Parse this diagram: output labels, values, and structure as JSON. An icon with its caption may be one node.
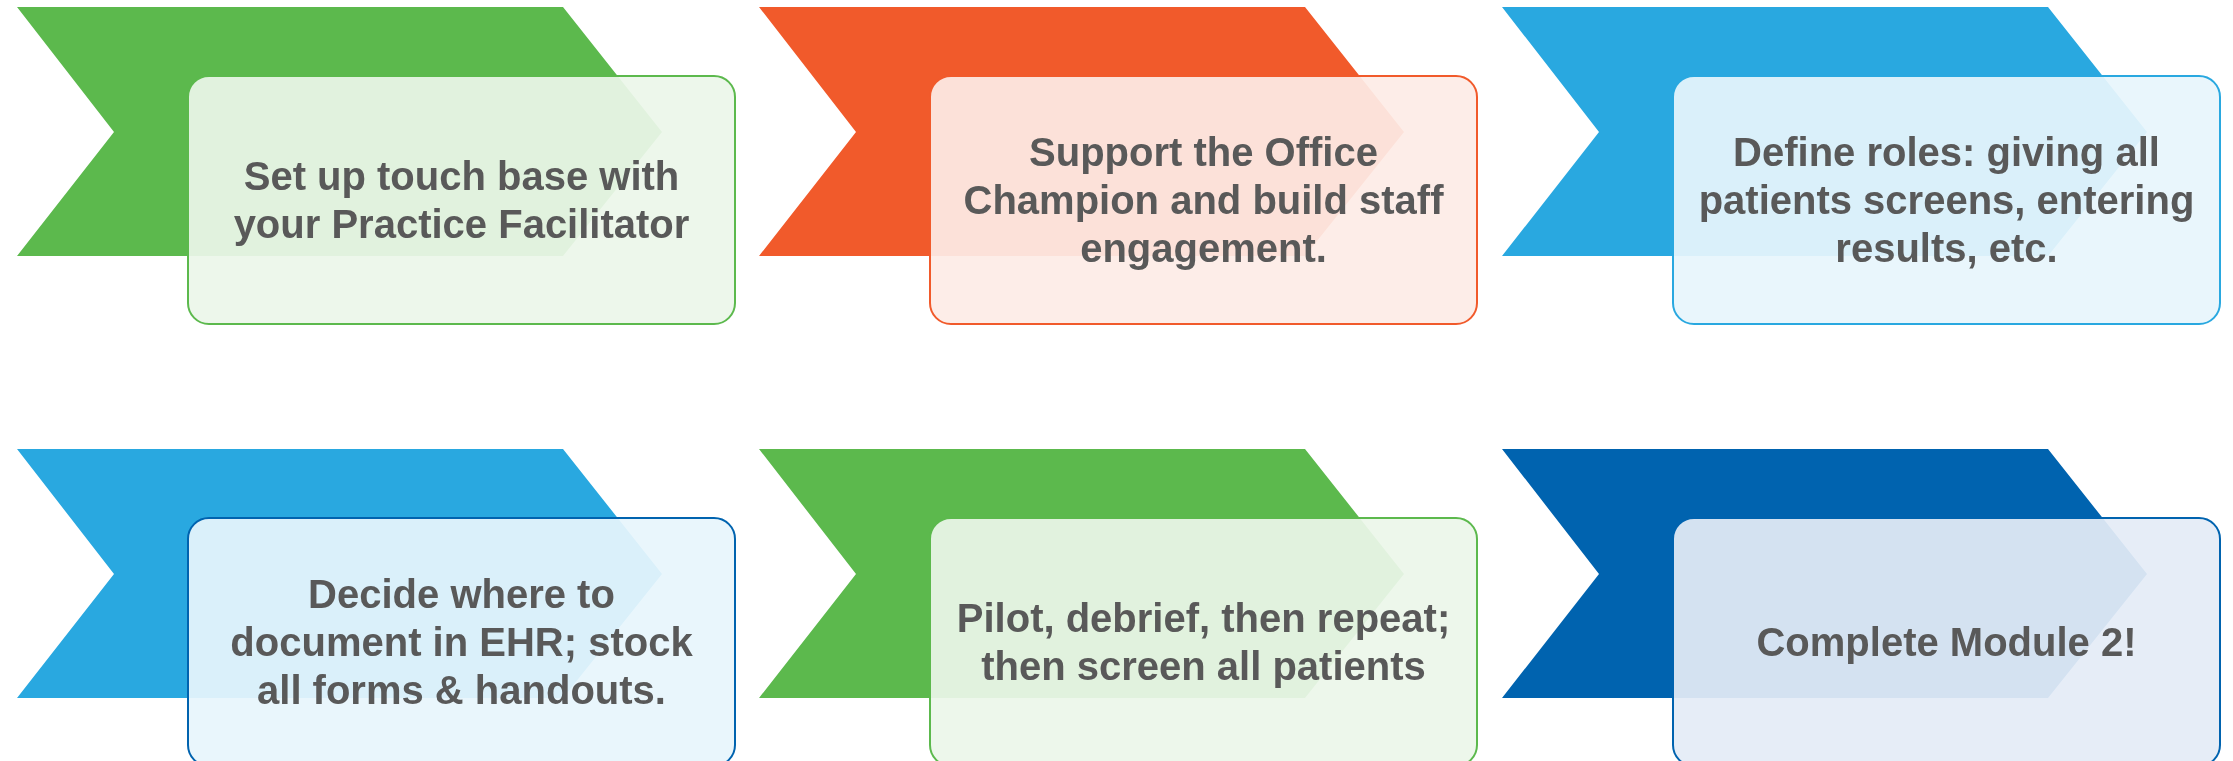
{
  "diagram": {
    "nodes": [
      {
        "text": [
          "Set up touch base with your Practice Facilitator"
        ]
      },
      {
        "text": [
          "Support the Office Champion and build staff engagement."
        ]
      },
      {
        "text": [
          "Define roles: giving all patients screens, entering results, etc."
        ]
      },
      {
        "text": [
          "Decide where to document in EHR; stock all forms & handouts."
        ]
      },
      {
        "text": [
          "Pilot, debrief, then repeat; then screen all patients"
        ]
      },
      {
        "text": [
          "Complete Module 2!"
        ]
      }
    ]
  }
}
